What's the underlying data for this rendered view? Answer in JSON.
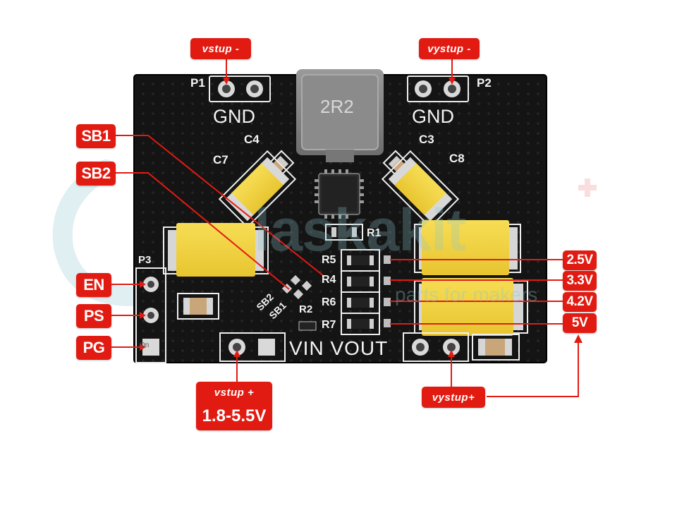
{
  "callouts": {
    "vstup_minus": "vstup -",
    "vystup_minus": "vystup -",
    "vstup_plus": "vstup +",
    "input_range": "1.8-5.5V",
    "vystup_plus": "vystup+",
    "sb1": "SB1",
    "sb2": "SB2",
    "en": "EN",
    "ps": "PS",
    "pg": "PG",
    "v25": "2.5V",
    "v33": "3.3V",
    "v42": "4.2V",
    "v5": "5V"
  },
  "silkscreen": {
    "p1": "P1",
    "p2": "P2",
    "p3": "P3",
    "gnd_left": "GND",
    "gnd_right": "GND",
    "c3": "C3",
    "c4": "C4",
    "c7": "C7",
    "c8": "C8",
    "r1": "R1",
    "r2": "R2",
    "r5": "R5",
    "r4": "R4",
    "r6": "R6",
    "r7": "R7",
    "sb1": "SB1",
    "sb2": "SB2",
    "vin_vout": "VIN VOUT",
    "on": "On",
    "inductor": "2R2"
  },
  "watermark": {
    "brand": "laskakit",
    "tagline": "parts for makers"
  },
  "colors": {
    "callout": "#e21b12",
    "board": "#141414",
    "capacitor_yellow": "#f3d440",
    "silkscreen": "#f4f4f4"
  }
}
